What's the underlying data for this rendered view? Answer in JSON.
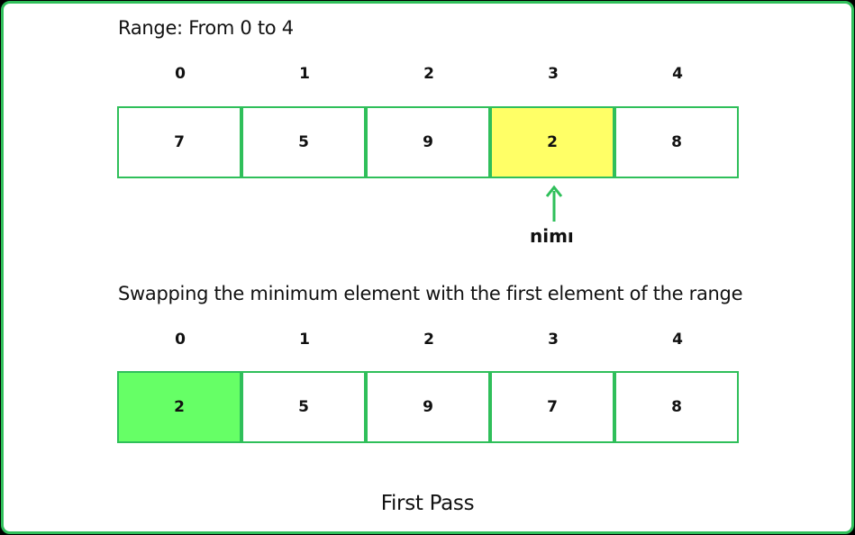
{
  "range_label": "Range: From 0 to 4",
  "top_array": {
    "indices": [
      "0",
      "1",
      "2",
      "3",
      "4"
    ],
    "values": [
      "7",
      "5",
      "9",
      "2",
      "8"
    ],
    "highlight_index": 3,
    "highlight_color": "#ffff66"
  },
  "pointer": {
    "label": "nimı",
    "color": "#2fbf5a"
  },
  "swap_label": "Swapping the minimum element with the first element of the range",
  "bottom_array": {
    "indices": [
      "0",
      "1",
      "2",
      "3",
      "4"
    ],
    "values": [
      "2",
      "5",
      "9",
      "7",
      "8"
    ],
    "highlight_index": 0,
    "highlight_color": "#66ff66"
  },
  "caption": "First Pass",
  "colors": {
    "border": "#2fbf5a",
    "background": "#ffffff",
    "outer": "#000000"
  }
}
